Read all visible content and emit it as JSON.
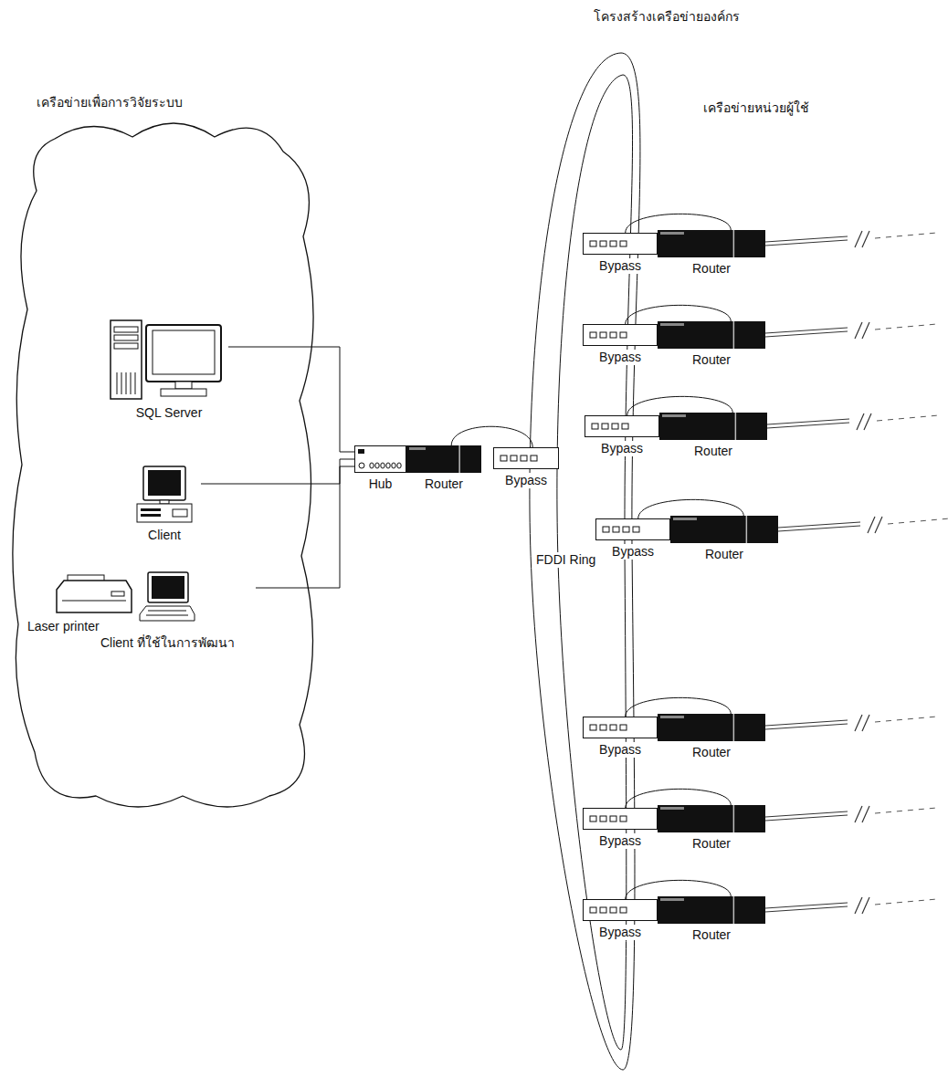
{
  "diagram": {
    "title": "โครงสร้างเครือข่ายองค์กร",
    "nodes": [
      {
        "text": [
          "เครือข่ายเพื่อการวิจัยระบบ"
        ]
      },
      {
        "text": [
          "SQL Server"
        ],
        "in": 0
      },
      {
        "text": [
          "Client"
        ],
        "in": 0
      },
      {
        "text": [
          "Laser printer"
        ],
        "in": 0
      },
      {
        "text": [
          "Client ที่ใช้ในการพัฒนา"
        ],
        "in": 0
      },
      {
        "text": [
          "Hub"
        ]
      },
      {
        "text": [
          "Router"
        ]
      },
      {
        "text": [
          "Bypass"
        ]
      },
      {
        "text": [
          "FDDI Ring"
        ]
      },
      {
        "text": [
          "Bypass"
        ]
      },
      {
        "text": [
          "Router"
        ]
      },
      {
        "text": [
          "Bypass"
        ]
      },
      {
        "text": [
          "Router"
        ]
      },
      {
        "text": [
          "Bypass"
        ]
      },
      {
        "text": [
          "Router"
        ]
      },
      {
        "text": [
          "Bypass"
        ]
      },
      {
        "text": [
          "Router"
        ]
      },
      {
        "text": [
          "Bypass"
        ]
      },
      {
        "text": [
          "Router"
        ]
      },
      {
        "text": [
          "Bypass"
        ]
      },
      {
        "text": [
          "Router"
        ]
      },
      {
        "text": [
          "Bypass"
        ]
      },
      {
        "text": [
          "Router"
        ]
      }
    ],
    "edges": [
      {
        "from": 1,
        "to": 5,
        "arrow": "none"
      },
      {
        "from": 2,
        "to": 5,
        "arrow": "none"
      },
      {
        "from": 4,
        "to": 5,
        "arrow": "none"
      },
      {
        "from": 6,
        "to": 7,
        "arrow": "none"
      },
      {
        "from": 9,
        "to": 10,
        "arrow": "none"
      },
      {
        "from": 11,
        "to": 12,
        "arrow": "none"
      },
      {
        "from": 13,
        "to": 14,
        "arrow": "none"
      },
      {
        "from": 15,
        "to": 16,
        "arrow": "none"
      },
      {
        "from": 17,
        "to": 18,
        "arrow": "none"
      },
      {
        "from": 19,
        "to": 20,
        "arrow": "none"
      },
      {
        "from": 21,
        "to": 22,
        "arrow": "none"
      }
    ],
    "labels": [
      "เครือข่ายหน่วยผู้ใช้"
    ]
  }
}
